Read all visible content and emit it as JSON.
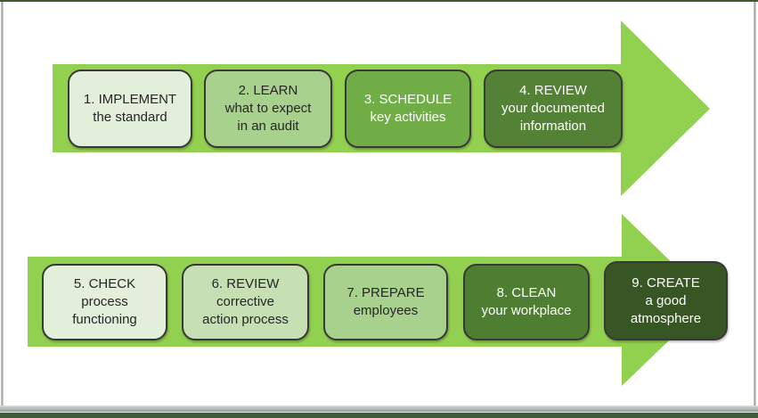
{
  "frame": {
    "border_green": "#3d5c35",
    "bevel_gray": "#97a197"
  },
  "diagram": {
    "arrow_color": "#92d050",
    "box_border_color": "#383838",
    "rows": [
      {
        "steps": [
          {
            "lines": [
              "1. IMPLEMENT",
              "the standard"
            ],
            "fill": "#e2efda",
            "text": "#262626"
          },
          {
            "lines": [
              "2. LEARN",
              "what to expect",
              "in an audit"
            ],
            "fill": "#a9d18e",
            "text": "#262626"
          },
          {
            "lines": [
              "3. SCHEDULE",
              "key activities"
            ],
            "fill": "#71ad47",
            "text": "#ffffff"
          },
          {
            "lines": [
              "4. REVIEW",
              "your documented",
              "information"
            ],
            "fill": "#538135",
            "text": "#ffffff"
          }
        ]
      },
      {
        "steps": [
          {
            "lines": [
              "5. CHECK",
              "process",
              "functioning"
            ],
            "fill": "#e2efda",
            "text": "#262626"
          },
          {
            "lines": [
              "6. REVIEW",
              "corrective",
              "action process"
            ],
            "fill": "#c6e0b4",
            "text": "#262626"
          },
          {
            "lines": [
              "7. PREPARE",
              "employees"
            ],
            "fill": "#a9d18e",
            "text": "#262626"
          },
          {
            "lines": [
              "8. CLEAN",
              "your workplace"
            ],
            "fill": "#4e7e32",
            "text": "#ffffff"
          },
          {
            "lines": [
              "9. CREATE",
              "a good",
              "atmosphere"
            ],
            "fill": "#375623",
            "text": "#ffffff"
          }
        ]
      }
    ]
  }
}
